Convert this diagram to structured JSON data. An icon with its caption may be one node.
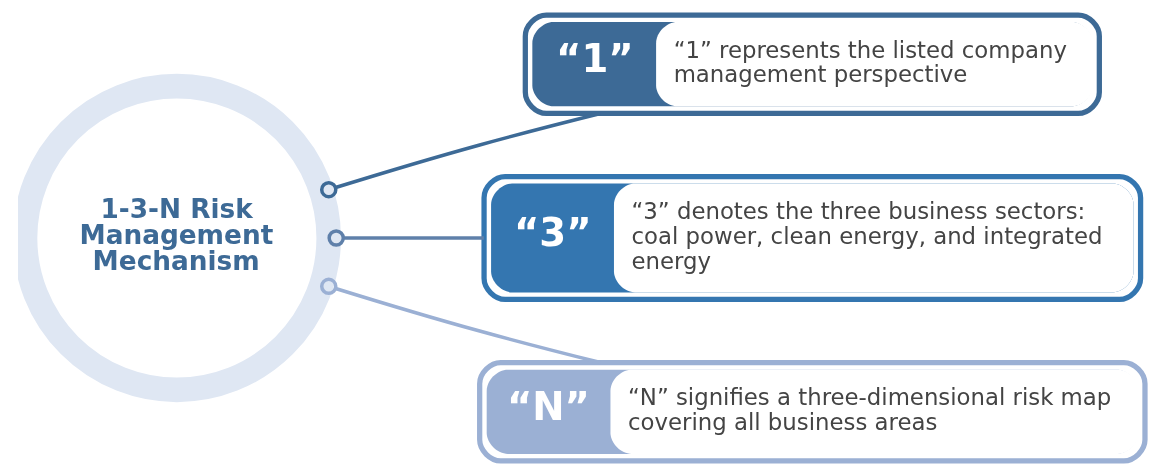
{
  "diagram": {
    "nodes": [
      {
        "text": [
          "1-3-N Risk Management Mechanism"
        ]
      },
      {
        "text": [
          "“1”",
          "“1” represents the listed company management perspective"
        ]
      },
      {
        "text": [
          "“3”",
          "“3” denotes the three business sectors: coal power, clean energy, and integrated energy"
        ]
      },
      {
        "text": [
          "“N”",
          "“N” signifies a three-dimensional risk map covering all business areas"
        ]
      }
    ],
    "edges": [
      {
        "from": 0,
        "to": 1,
        "arrow": "other",
        "color": "#3d6a96"
      },
      {
        "from": 0,
        "to": 2,
        "arrow": "other",
        "color": "#5f80aa"
      },
      {
        "from": 0,
        "to": 3,
        "arrow": "other",
        "color": "#9bb0d4"
      }
    ]
  }
}
